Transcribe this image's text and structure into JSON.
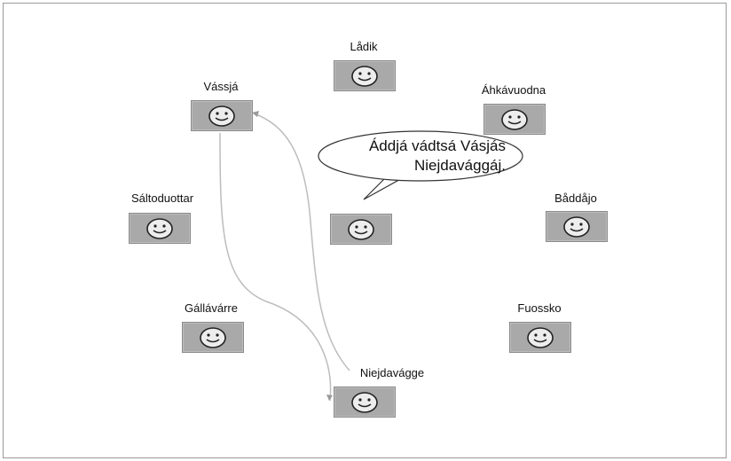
{
  "nodes": [
    {
      "id": "ladik",
      "label": "Lådik"
    },
    {
      "id": "vassja",
      "label": "Vássjá"
    },
    {
      "id": "ahkavuodna",
      "label": "Áhkávuodna"
    },
    {
      "id": "saltoduottar",
      "label": "Sáltoduottar"
    },
    {
      "id": "baddajo",
      "label": "Båddåjo"
    },
    {
      "id": "gallavarre",
      "label": "Gállávárre"
    },
    {
      "id": "fuossko",
      "label": "Fuossko"
    },
    {
      "id": "niejdavagge",
      "label": "Niejdavágge"
    },
    {
      "id": "center",
      "label": ""
    }
  ],
  "speech": {
    "line1": "Áddjá vádtsá Vásjás",
    "line2": "Niejdavággáj."
  },
  "connections": [
    {
      "from": "vassja",
      "to": "niejdavagge"
    },
    {
      "from": "niejdavagge",
      "to": "vassja"
    }
  ],
  "colors": {
    "node_fill": "#a9a9a9",
    "edge": "#bdbdbd",
    "face": "#ededed"
  }
}
